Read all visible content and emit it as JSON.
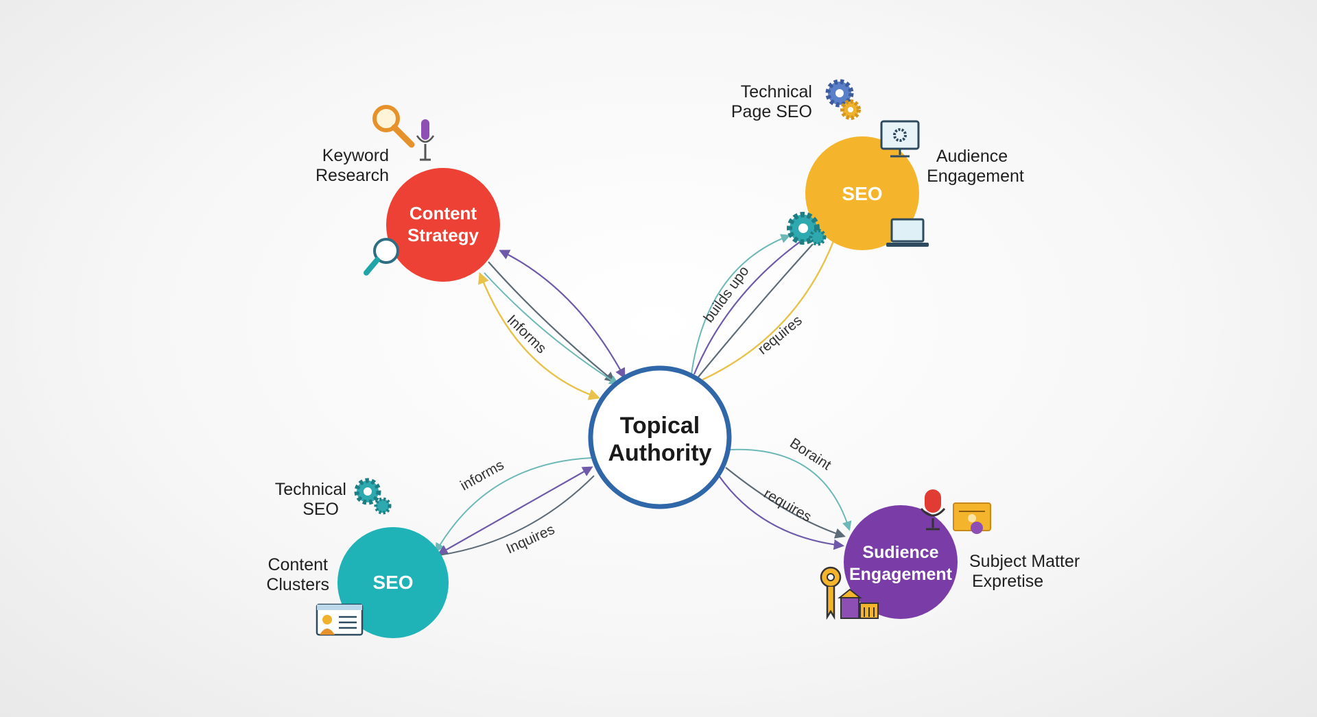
{
  "center": {
    "line1": "Topical",
    "line2": "Authority"
  },
  "nodes": {
    "content_strategy": {
      "line1": "Content",
      "line2": "Strategy",
      "color": "#EC4134"
    },
    "seo_top": {
      "label": "SEO",
      "color": "#F4B52C"
    },
    "seo_bottom": {
      "label": "SEO",
      "color": "#1FB3B7"
    },
    "sudience": {
      "line1": "Sudience",
      "line2": "Engagement",
      "color": "#7A3DA8"
    }
  },
  "labels": {
    "keyword_research": [
      "Keyword",
      "Research"
    ],
    "technical_page_seo": [
      "Technical",
      "Page SEO"
    ],
    "audience_engagement": [
      "Audience",
      "Engagement"
    ],
    "technical_seo": [
      "Technical",
      "SEO"
    ],
    "content_clusters": [
      "Content",
      "Clusters"
    ],
    "subject_matter": [
      "Subject Matter",
      "Expretise"
    ]
  },
  "edge_labels": {
    "informs_top": "Informs",
    "builds_upon": "builds upon",
    "requires_top": "requires",
    "informs_bottom": "informs",
    "inquires": "Inquires",
    "boraint": "Boraint",
    "requires_bottom": "requires"
  },
  "colors": {
    "center_border": "#2F67A8",
    "arrow_purple": "#6E5AA8",
    "arrow_gray": "#5C6B78",
    "arrow_teal": "#6CB8B6",
    "arrow_yellow": "#E8C24A"
  }
}
